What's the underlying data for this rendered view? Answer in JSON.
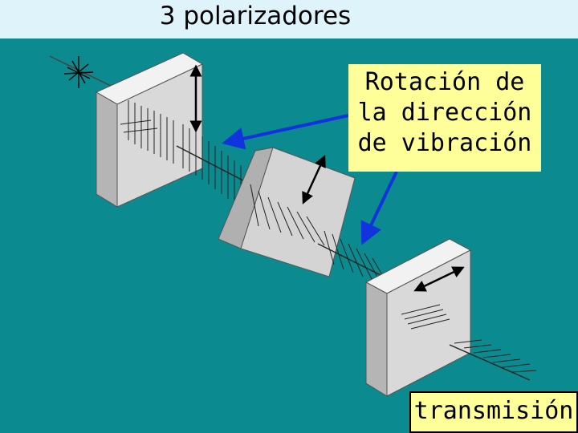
{
  "title": "3 polarizadores",
  "annotation": {
    "lines": [
      "Rotación de",
      "la dirección",
      "de vibración"
    ]
  },
  "transmission_label": "transmisión",
  "colors": {
    "background": "#0b8a8f",
    "title_bar": "#dff3fb",
    "label_box": "#ffff99",
    "arrow": "#1133dd",
    "polarizer_face": "#d9d9d9"
  },
  "icons": [
    "light-source-icon"
  ]
}
